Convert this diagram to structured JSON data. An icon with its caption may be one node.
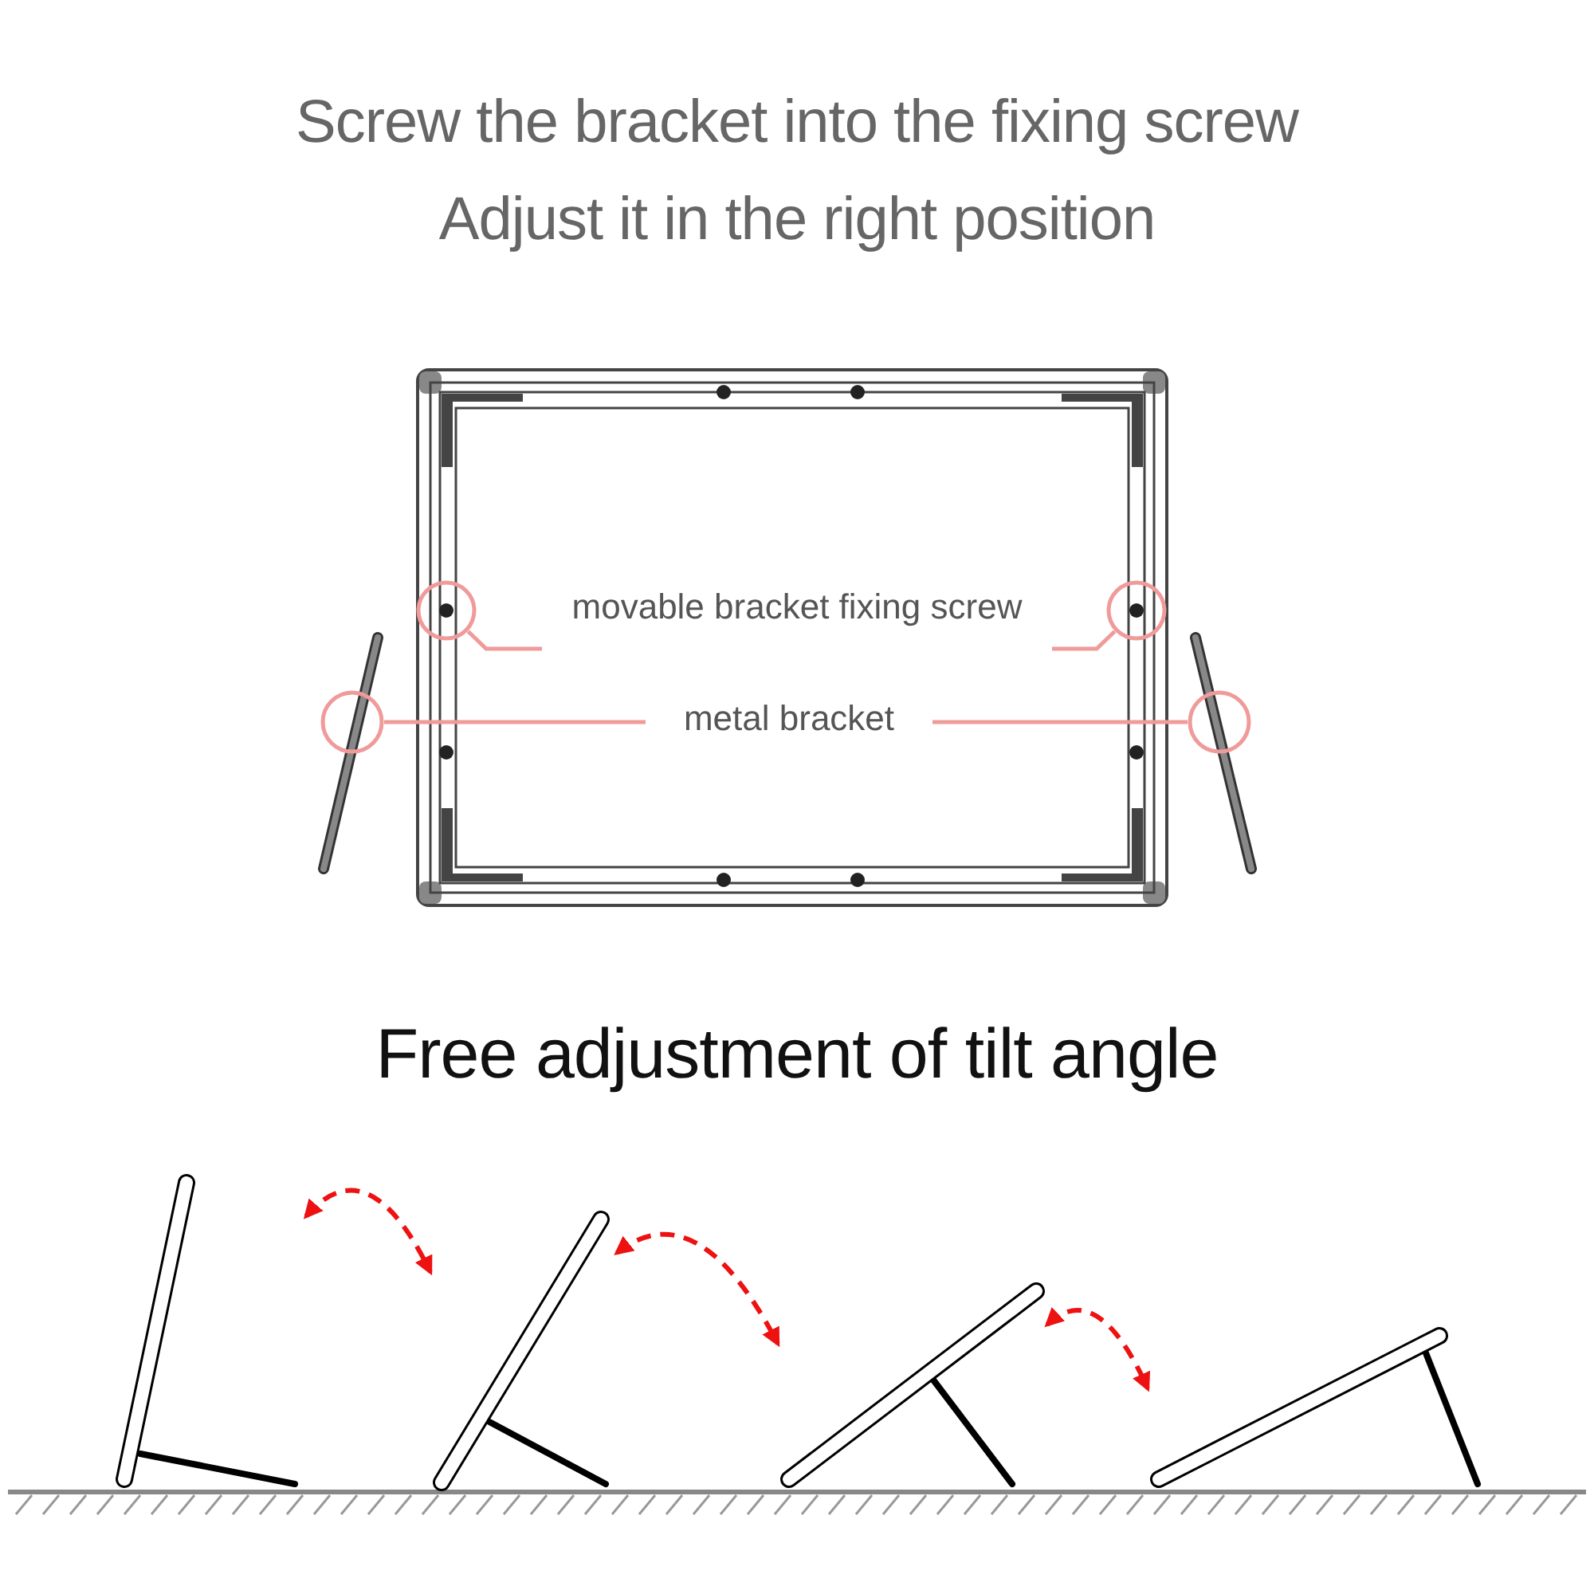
{
  "diagram": {
    "nodes": [
      {
        "text": [
          "movable bracket fixing screw"
        ]
      },
      {
        "text": [
          "metal bracket"
        ]
      },
      {
        "text": [],
        "shape": "circle"
      },
      {
        "text": [],
        "shape": "circle"
      },
      {
        "text": [],
        "shape": "circle"
      },
      {
        "text": [],
        "shape": "circle"
      },
      {
        "text": [],
        "shape": "picture"
      },
      {
        "text": [],
        "shape": "picture"
      },
      {
        "text": [],
        "shape": "picture"
      },
      {
        "text": [],
        "shape": "picture"
      }
    ],
    "edges": [
      {
        "from": 0,
        "to": 2,
        "arrow": "none"
      },
      {
        "from": 0,
        "to": 3,
        "arrow": "none"
      },
      {
        "from": 1,
        "to": 4,
        "arrow": "none"
      },
      {
        "from": 1,
        "to": 5,
        "arrow": "none"
      },
      {
        "from": 6,
        "to": 7,
        "arrow": "both",
        "style": "dashed",
        "color": "#ee1111"
      },
      {
        "from": 7,
        "to": 8,
        "arrow": "both",
        "style": "dashed",
        "color": "#ee1111"
      },
      {
        "from": 8,
        "to": 9,
        "arrow": "both",
        "style": "dashed",
        "color": "#ee1111"
      }
    ],
    "labels": [
      "Screw the bracket into the fixing screw",
      "Adjust it in the right position",
      "Free adjustment of tilt angle"
    ]
  }
}
